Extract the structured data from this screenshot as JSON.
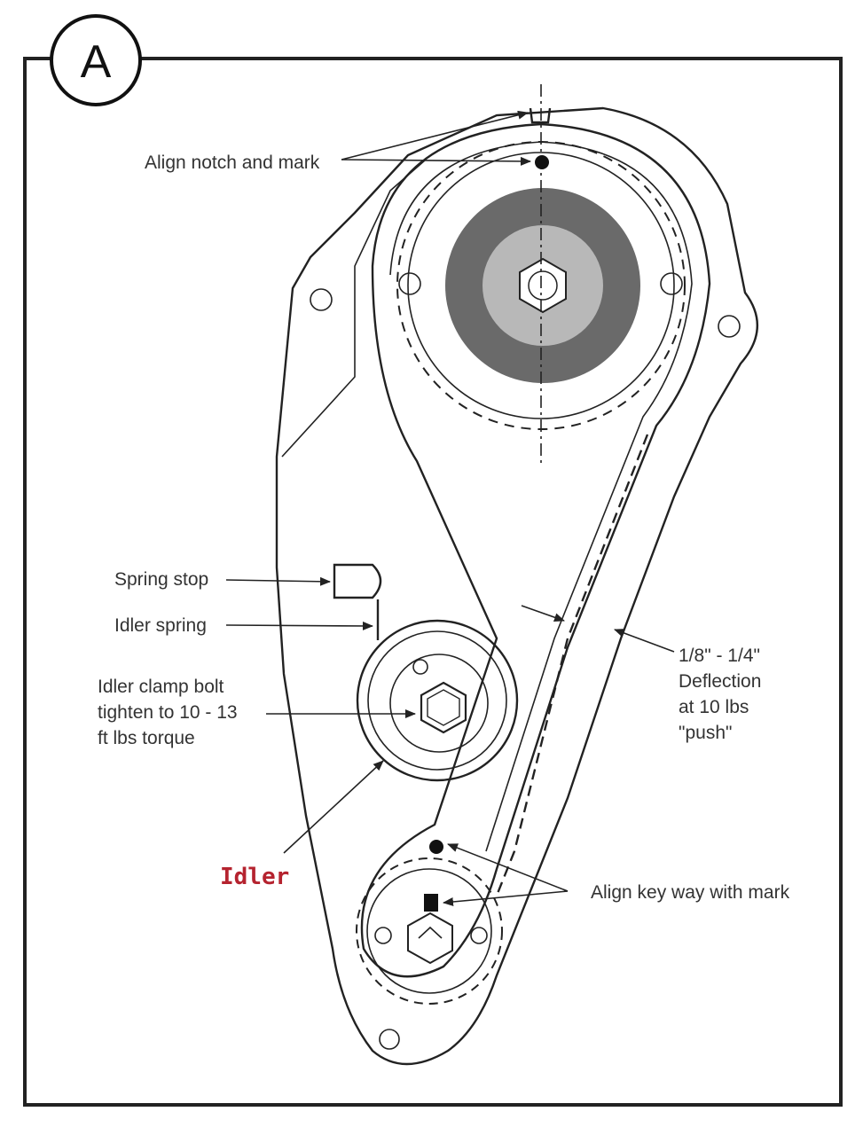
{
  "figure": {
    "badge": "A",
    "colors": {
      "line": "#222222",
      "text": "#333333",
      "accent": "#b5232f",
      "dark_hub": "#6a6a6a",
      "light_hub": "#b8b8b8"
    }
  },
  "labels": {
    "align_notch": "Align notch and mark",
    "spring_stop": "Spring stop",
    "idler_spring": "Idler spring",
    "clamp_bolt": [
      "Idler clamp bolt",
      "tighten to 10 - 13",
      "ft lbs torque"
    ],
    "deflection": [
      "1/8\" - 1/4\"",
      "Deflection",
      "at 10 lbs",
      "\"push\""
    ],
    "idler": "Idler",
    "align_keyway": "Align key way with mark"
  }
}
